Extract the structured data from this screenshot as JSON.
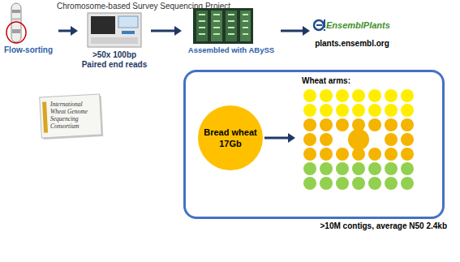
{
  "diagram": {
    "title": "Chromosome-based Survey Sequencing Project",
    "nodes": [
      {
        "text": [
          "Flow-sorting"
        ]
      },
      {
        "text": [
          ">50x 100bp Paired end reads"
        ]
      },
      {
        "text": [
          "Assembled with ABySS"
        ]
      },
      {
        "text": [
          "EnsemblPlants",
          "plants.ensembl.org"
        ]
      },
      {
        "text": [
          ">10M contigs, average N50 2.4kb"
        ]
      },
      {
        "text": [
          "Bread wheat 17Gb"
        ],
        "in": 4
      },
      {
        "text": [
          "Wheat arms:"
        ],
        "in": 4
      }
    ],
    "edges": [
      {
        "from": 0,
        "to": 1,
        "arrow": "to"
      },
      {
        "from": 1,
        "to": 2,
        "arrow": "to"
      },
      {
        "from": 2,
        "to": 3,
        "arrow": "to"
      },
      {
        "from": 5,
        "to": 6,
        "arrow": "to"
      }
    ],
    "labels": [
      "International Wheat Genome Sequencing Consortium"
    ]
  }
}
